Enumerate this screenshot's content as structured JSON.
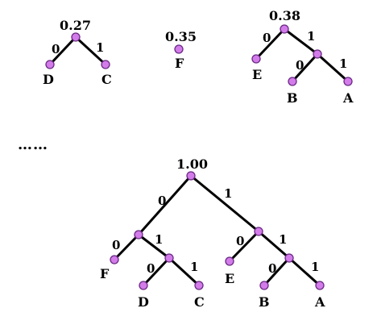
{
  "trees": [
    {
      "root_weight": "0.27",
      "branches": [
        "0",
        "1"
      ],
      "leaves": [
        "D",
        "C"
      ]
    },
    {
      "root_weight": "0.35",
      "leaves": [
        "F"
      ]
    },
    {
      "root_weight": "0.38",
      "branches": [
        "0",
        "1",
        "0",
        "1"
      ],
      "leaves": [
        "E",
        "B",
        "A"
      ]
    }
  ],
  "ellipsis": "……",
  "final_tree": {
    "root_weight": "1.00",
    "branches": [
      "0",
      "1",
      "0",
      "1",
      "0",
      "1",
      "0",
      "1",
      "0",
      "1"
    ],
    "leaves": [
      "F",
      "D",
      "C",
      "E",
      "B",
      "A"
    ]
  }
}
